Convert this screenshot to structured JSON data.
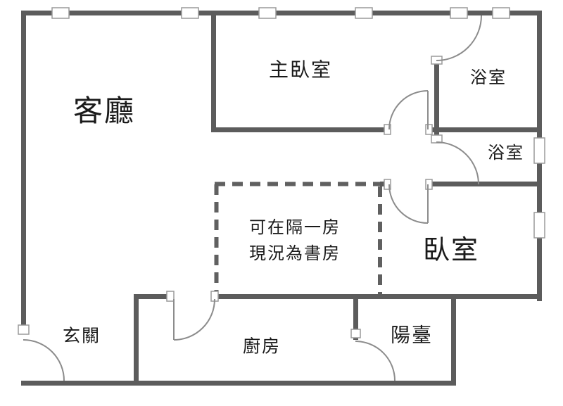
{
  "colors": {
    "wall": "#5c5c5c",
    "door_arc": "#8c8c8c",
    "window_stroke": "#9a9a9a",
    "dashed": "#606060",
    "text": "#1a1a1a",
    "background": "#ffffff"
  },
  "rooms": {
    "living_room": {
      "label": "客廳"
    },
    "master_bedroom": {
      "label": "主臥室"
    },
    "bathroom_top": {
      "label": "浴室"
    },
    "bathroom_mid": {
      "label": "浴室"
    },
    "bedroom": {
      "label": "臥室"
    },
    "study": {
      "line1": "可在隔一房",
      "line2": "現況為書房"
    },
    "entry": {
      "label": "玄關"
    },
    "kitchen": {
      "label": "廚房"
    },
    "balcony": {
      "label": "陽臺"
    }
  }
}
